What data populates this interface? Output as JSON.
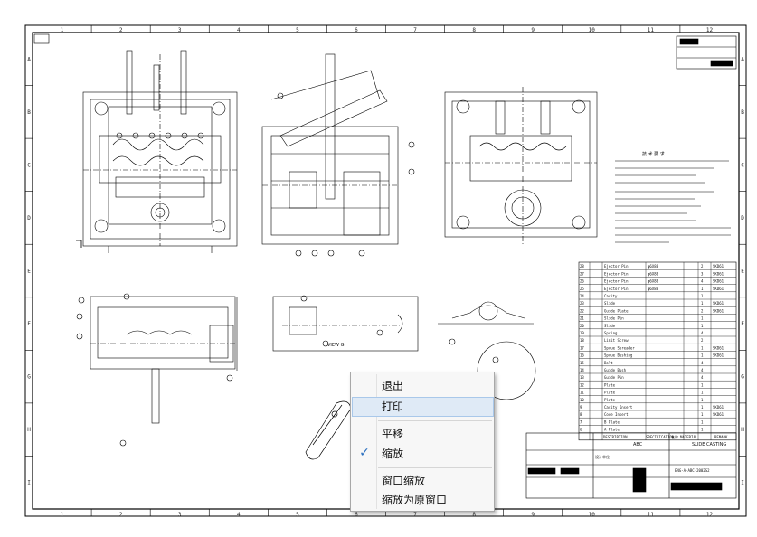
{
  "window": {
    "title": "CAD drawing viewer"
  },
  "drawing": {
    "border_columns": [
      "1",
      "2",
      "3",
      "4",
      "5",
      "6",
      "7",
      "8",
      "9",
      "10",
      "11",
      "12"
    ],
    "border_rows": [
      "A",
      "B",
      "C",
      "D",
      "E",
      "F",
      "G",
      "H",
      "I"
    ],
    "section_label": "VIEW G",
    "notes_heading": "技 术 要 求",
    "title_block": {
      "part_name": "SLIDE CASTING",
      "customer": "ABC",
      "drawing_number": "ENG-A-ABC-2002S2",
      "company_label": "设计单位",
      "name_label": "名称"
    },
    "bom_footer": {
      "description": "DESCRIPTION",
      "specification": "SPECIFICATION",
      "material": "MATERIAL",
      "remark": "REMARK"
    },
    "bom_rows": [
      {
        "no": "28",
        "name": "Ejector Pin",
        "spec": "φ6X88",
        "qty": "2",
        "mat": "SKD61"
      },
      {
        "no": "27",
        "name": "Ejector Pin",
        "spec": "φ6X88",
        "qty": "3",
        "mat": "SKD61"
      },
      {
        "no": "26",
        "name": "Ejector Pin",
        "spec": "φ6X88",
        "qty": "4",
        "mat": "SKD61"
      },
      {
        "no": "25",
        "name": "Ejector Pin",
        "spec": "φ6X88",
        "qty": "1",
        "mat": "SKD61"
      },
      {
        "no": "24",
        "name": "Cavity",
        "spec": "",
        "qty": "1",
        "mat": ""
      },
      {
        "no": "23",
        "name": "Slide",
        "spec": "",
        "qty": "1",
        "mat": "SKD61"
      },
      {
        "no": "22",
        "name": "Guide Plate",
        "spec": "",
        "qty": "2",
        "mat": "SKD61"
      },
      {
        "no": "21",
        "name": "Slide Pin",
        "spec": "",
        "qty": "1",
        "mat": ""
      },
      {
        "no": "20",
        "name": "Slide",
        "spec": "",
        "qty": "1",
        "mat": ""
      },
      {
        "no": "19",
        "name": "Spring",
        "spec": "",
        "qty": "4",
        "mat": ""
      },
      {
        "no": "18",
        "name": "Limit Screw",
        "spec": "",
        "qty": "2",
        "mat": ""
      },
      {
        "no": "17",
        "name": "Sprue Spreader",
        "spec": "",
        "qty": "1",
        "mat": "SKD61"
      },
      {
        "no": "16",
        "name": "Sprue Bushing",
        "spec": "",
        "qty": "1",
        "mat": "SKD61"
      },
      {
        "no": "15",
        "name": "Bolt",
        "spec": "",
        "qty": "4",
        "mat": ""
      },
      {
        "no": "14",
        "name": "Guide Bush",
        "spec": "",
        "qty": "4",
        "mat": ""
      },
      {
        "no": "13",
        "name": "Guide Pin",
        "spec": "",
        "qty": "4",
        "mat": ""
      },
      {
        "no": "12",
        "name": "Plate",
        "spec": "",
        "qty": "1",
        "mat": ""
      },
      {
        "no": "11",
        "name": "Plate",
        "spec": "",
        "qty": "1",
        "mat": ""
      },
      {
        "no": "10",
        "name": "Plate",
        "spec": "",
        "qty": "1",
        "mat": ""
      },
      {
        "no": "9",
        "name": "Cavity Insert",
        "spec": "",
        "qty": "1",
        "mat": "SKD61"
      },
      {
        "no": "8",
        "name": "Core Insert",
        "spec": "",
        "qty": "1",
        "mat": "SKD61"
      },
      {
        "no": "7",
        "name": "B Plate",
        "spec": "",
        "qty": "1",
        "mat": ""
      },
      {
        "no": "6",
        "name": "A Plate",
        "spec": "",
        "qty": "1",
        "mat": ""
      }
    ]
  },
  "context_menu": {
    "items": [
      {
        "label": "退出"
      },
      {
        "label": "打印"
      },
      {
        "label": "平移"
      },
      {
        "label": "缩放"
      },
      {
        "label": "窗口缩放"
      },
      {
        "label": "缩放为原窗口"
      }
    ],
    "checked_item": "缩放",
    "highlighted_item": "打印"
  },
  "colors": {
    "highlight_border": "#e23b2e",
    "menu_hover": "#dfeaf6",
    "check": "#2a6fbf"
  }
}
